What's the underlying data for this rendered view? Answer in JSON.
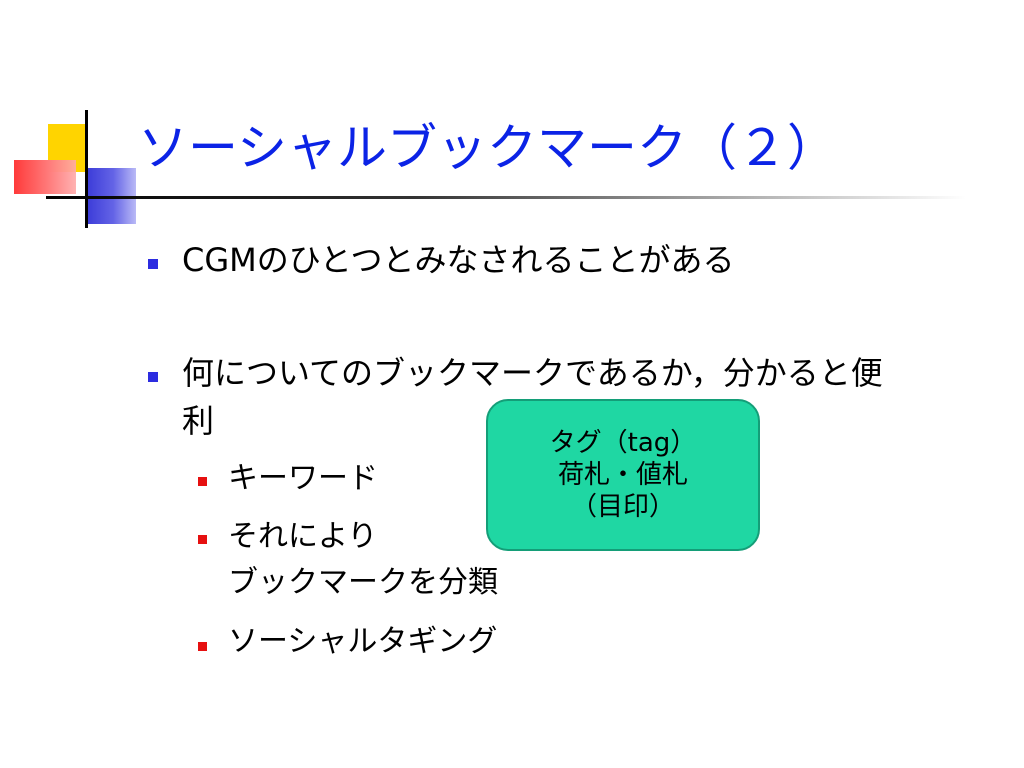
{
  "slide": {
    "title": "ソーシャルブックマーク（２）",
    "bullets": [
      {
        "text": "CGMのひとつとみなされることがある"
      },
      {
        "text_line1": "何についてのブックマークであるか，分かると便",
        "text_line2": "利"
      }
    ],
    "sub_bullets": [
      {
        "text": "キーワード"
      },
      {
        "text_line1": "それにより",
        "text_line2": "ブックマークを分類"
      },
      {
        "text": "ソーシャルタギング"
      }
    ],
    "callout": {
      "line1": "タグ（tag）",
      "line2": "荷札・値札",
      "line3": "（目印）"
    }
  },
  "colors": {
    "title": "#0b23e6",
    "bullet_level1": "#2c2ce0",
    "bullet_level2": "#e61010",
    "callout_fill": "#1fd7a3",
    "callout_border": "#149e78"
  }
}
